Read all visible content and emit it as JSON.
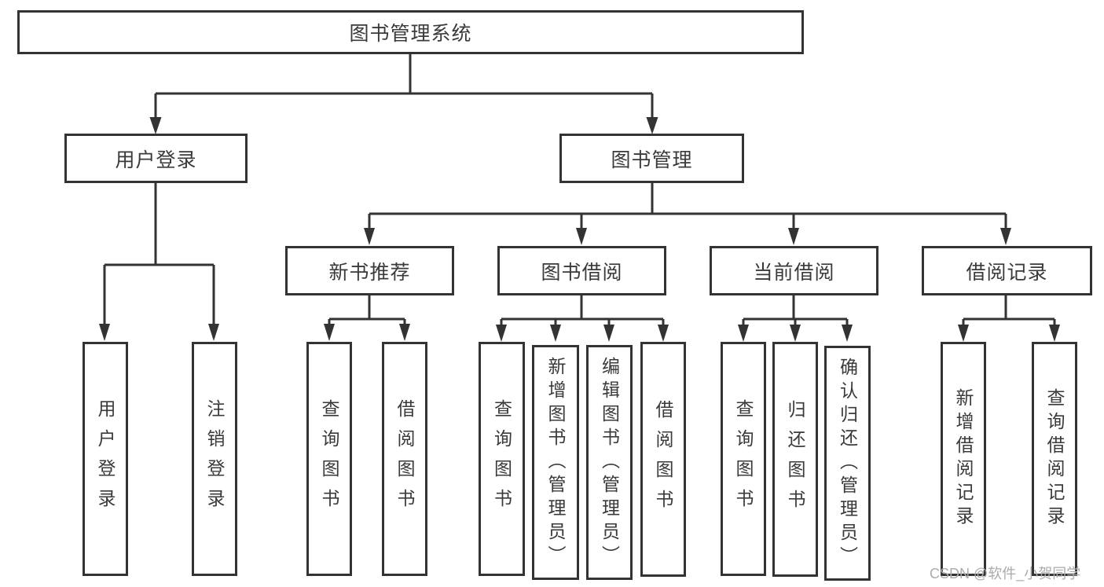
{
  "diagram": {
    "tree": {
      "label": "图书管理系统",
      "children": [
        {
          "label": "用户登录",
          "children": [
            {
              "label": "用户登录"
            },
            {
              "label": "注销登录"
            }
          ]
        },
        {
          "label": "图书管理",
          "children": [
            {
              "label": "新书推荐",
              "children": [
                {
                  "label": "查询图书"
                },
                {
                  "label": "借阅图书"
                }
              ]
            },
            {
              "label": "图书借阅",
              "children": [
                {
                  "label": "查询图书"
                },
                {
                  "label": "新增图书（管理员）"
                },
                {
                  "label": "编辑图书（管理员）"
                },
                {
                  "label": "借阅图书"
                }
              ]
            },
            {
              "label": "当前借阅",
              "children": [
                {
                  "label": "查询图书"
                },
                {
                  "label": "归还图书"
                },
                {
                  "label": "确认归还（管理员）"
                }
              ]
            },
            {
              "label": "借阅记录",
              "children": [
                {
                  "label": "新增借阅记录"
                },
                {
                  "label": "查询借阅记录"
                }
              ]
            }
          ]
        }
      ]
    }
  },
  "watermark": {
    "text": "CSDN @软件_小贺同学"
  },
  "colors": {
    "line": "#333333",
    "text": "#3a3a3a",
    "watermark": "#ababab",
    "bg": "#ffffff"
  }
}
